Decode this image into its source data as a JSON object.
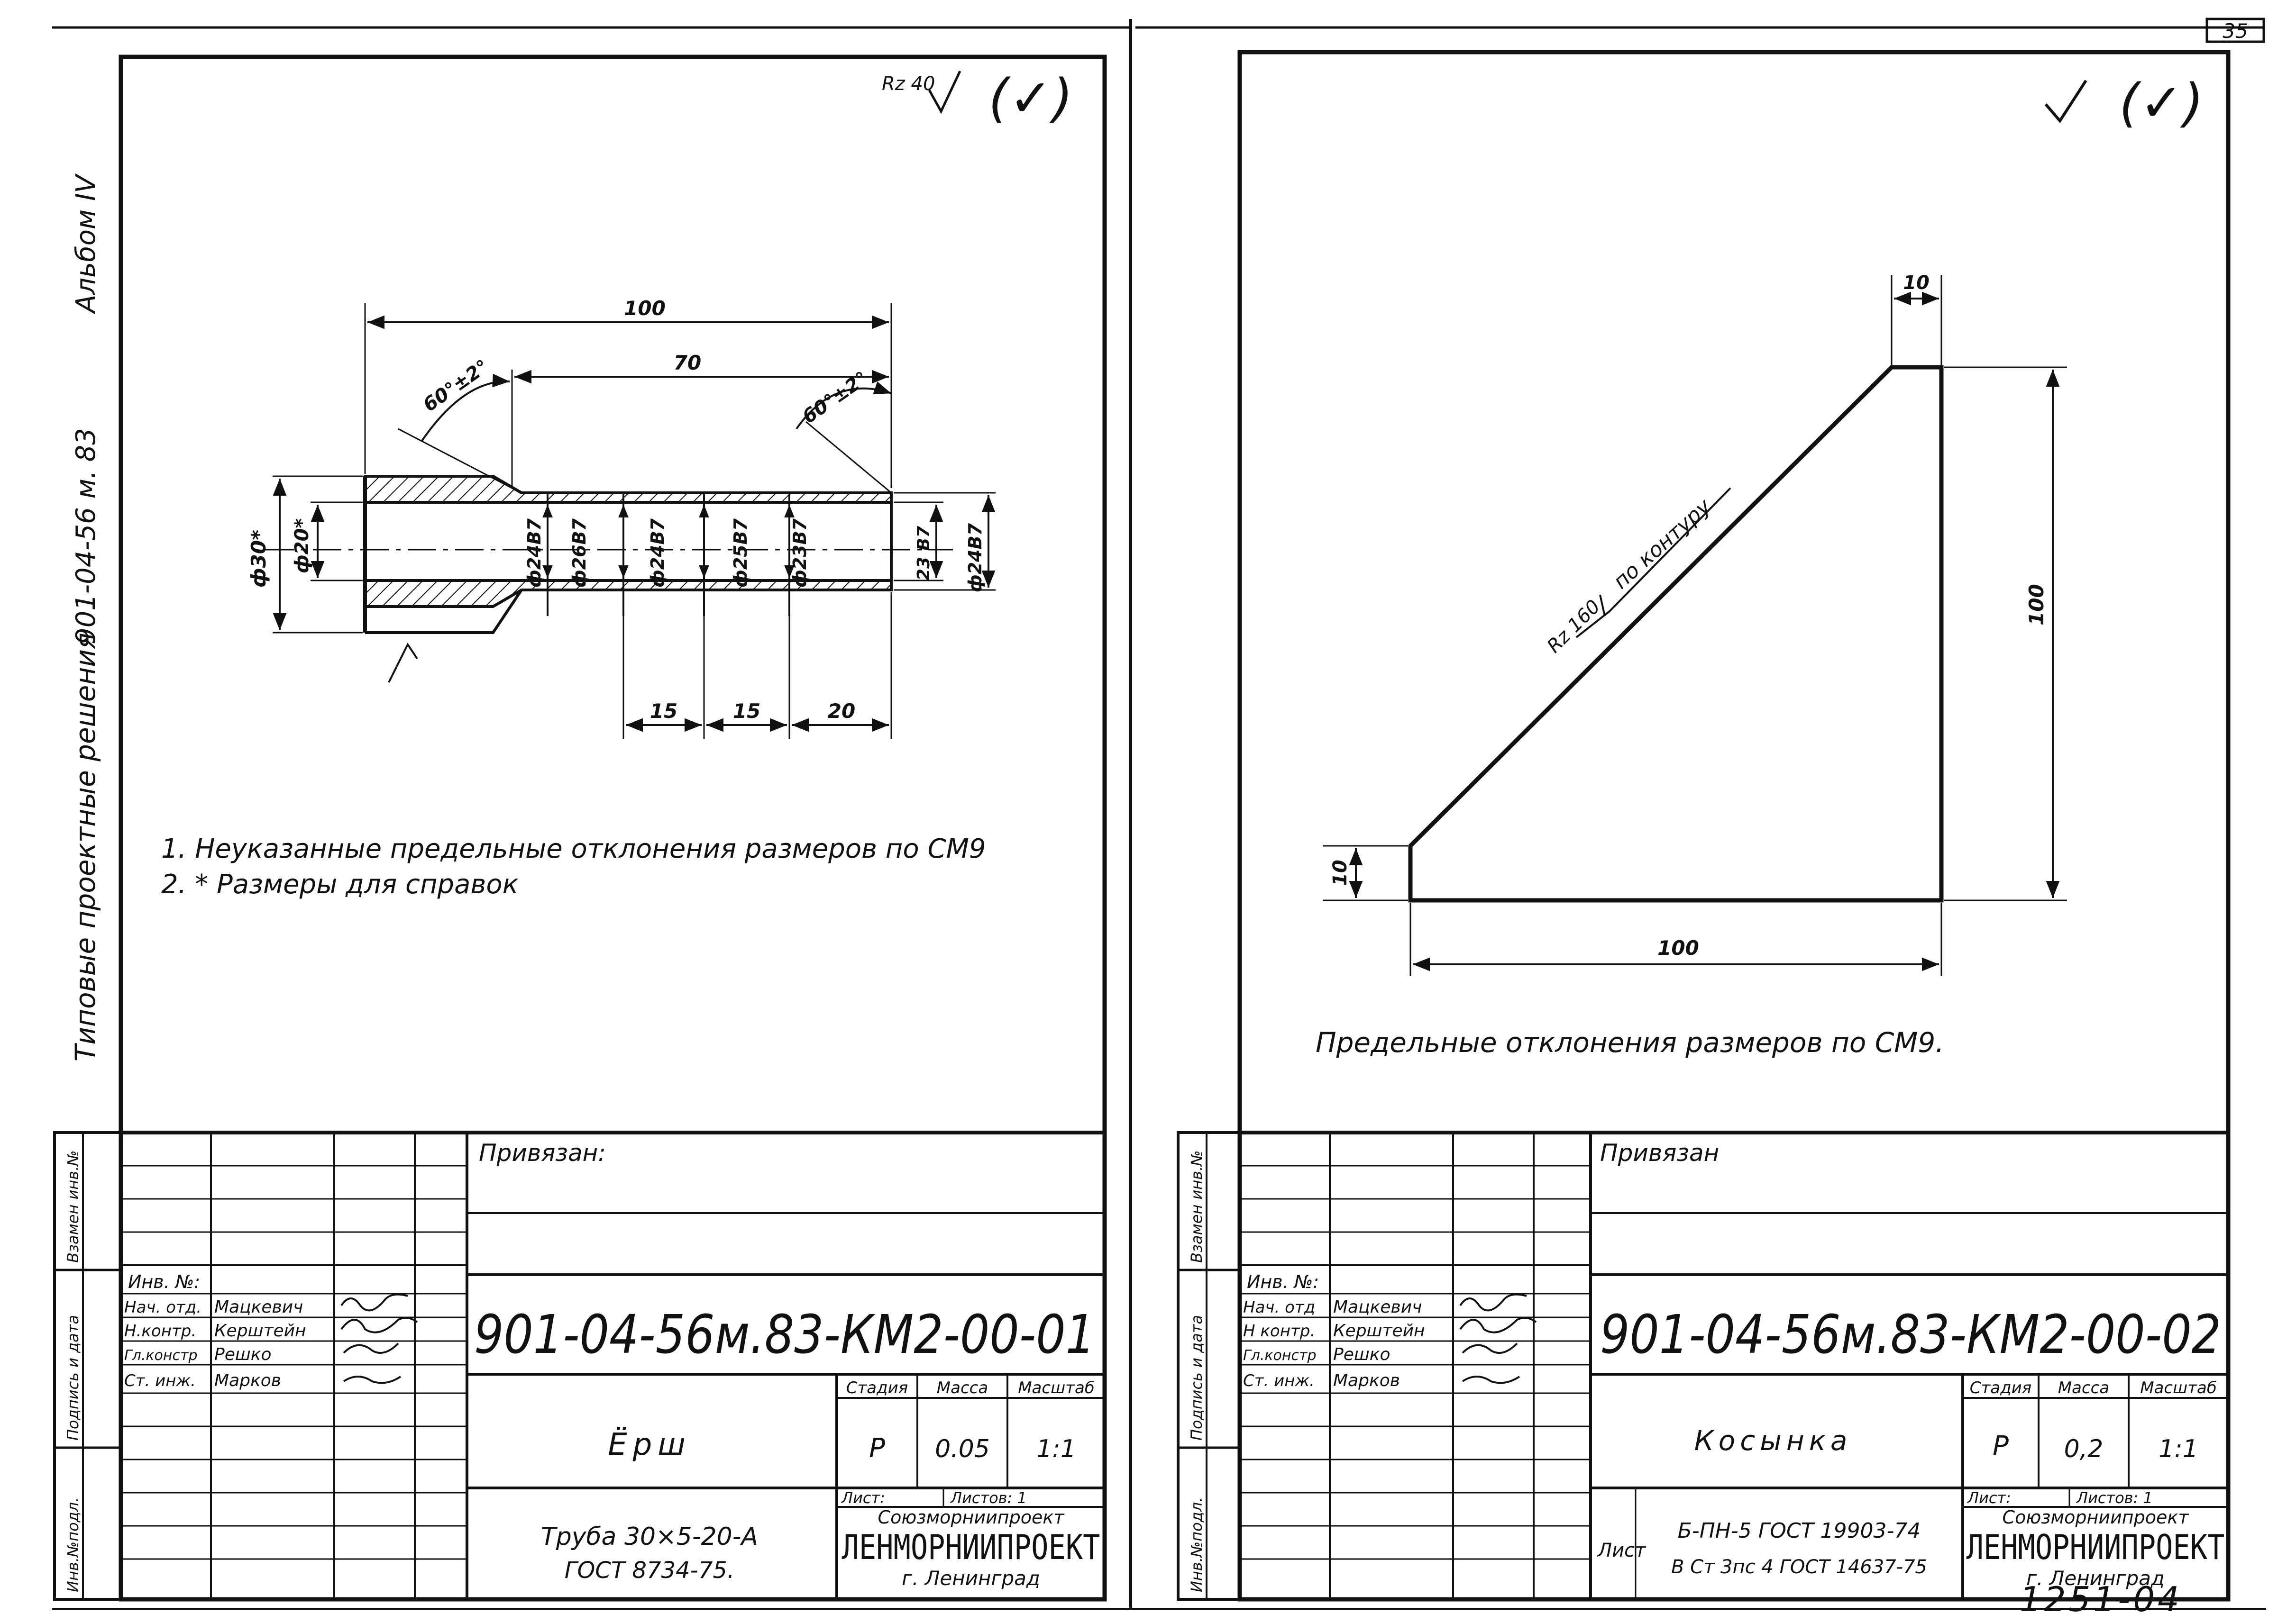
{
  "page_number": "35",
  "side_labels": {
    "album": "Альбом IV",
    "series": "901-04-56 м. 83",
    "typical": "Типовые проектные решения"
  },
  "left_sheet": {
    "roughness_top": "Rz 40",
    "roughness_check": "(✓)",
    "dims": {
      "overall": "100",
      "inner": "70",
      "angle1": "60°±2°",
      "angle2": "60°±2°",
      "d30": "ф30*",
      "d20": "ф20*",
      "d24a": "ф24В7",
      "d26": "ф26В7",
      "d24b": "ф24В7",
      "d25": "ф25В7",
      "d23": "ф23В7",
      "d23b": "23 В7",
      "d24c": "ф24В7",
      "s15a": "15",
      "s15b": "15",
      "s20": "20"
    },
    "notes": [
      "1.  Неуказанные  предельные  отклонения  размеров  по СМ9",
      "2. * Размеры  для  справок"
    ],
    "title_block": {
      "bound": "Привязан:",
      "inv": "Инв. №:",
      "roles": [
        "Нач. отд.",
        "Н.контр.",
        "Гл.констр",
        "Ст. инж."
      ],
      "names": [
        "Мацкевич",
        "Керштейн",
        "Решко",
        "Марков"
      ],
      "designation": "901-04-56м.83-КМ2-00-01",
      "name": "Ёрш",
      "material_1": "Труба  30×5-20-А",
      "material_2": "ГОСТ 8734-75.",
      "stage_h": "Стадия",
      "mass_h": "Масса",
      "scale_h": "Масштаб",
      "stage": "Р",
      "mass": "0.05",
      "scale": "1:1",
      "sheet": "Лист:",
      "sheets": "Листов: 1",
      "org1": "Союзморниипроект",
      "org2": "ЛЕНМОРНИИПРОЕКТ",
      "org3": "г. Ленинград"
    },
    "side_stamp": [
      "Инв.№подл.",
      "Подпись и дата",
      "Взамен инв.№"
    ]
  },
  "right_sheet": {
    "roughness_check": "(✓)",
    "dims": {
      "top": "10",
      "height": "100",
      "left": "10",
      "bottom": "100",
      "rz": "Rz 160",
      "contour": "по контуру"
    },
    "note": "Предельные  отклонения  размеров     по  СМ9.",
    "title_block": {
      "bound": "Привязан",
      "inv": "Инв. №:",
      "roles": [
        "Нач. отд",
        "Н контр.",
        "Гл.констр",
        "Ст. инж."
      ],
      "names": [
        "Мацкевич",
        "Керштейн",
        "Решко",
        "Марков"
      ],
      "designation": "901-04-56м.83-КМ2-00-02",
      "name": "Косынка",
      "sheet_label": "Лист",
      "material_1": "Б-ПН-5 ГОСТ 19903-74",
      "material_2": "В Ст 3пс 4 ГОСТ 14637-75",
      "stage_h": "Стадия",
      "mass_h": "Масса",
      "scale_h": "Масштаб",
      "stage": "Р",
      "mass": "0,2",
      "scale": "1:1",
      "sheet": "Лист:",
      "sheets": "Листов: 1",
      "org1": "Союзморниипроект",
      "org2": "ЛЕНМОРНИИПРОЕКТ",
      "org3": "г. Ленинград"
    },
    "side_stamp": [
      "Инв.№подл.",
      "Подпись и дата",
      "Взамен инв.№"
    ],
    "bottom_number": "1251-04"
  }
}
